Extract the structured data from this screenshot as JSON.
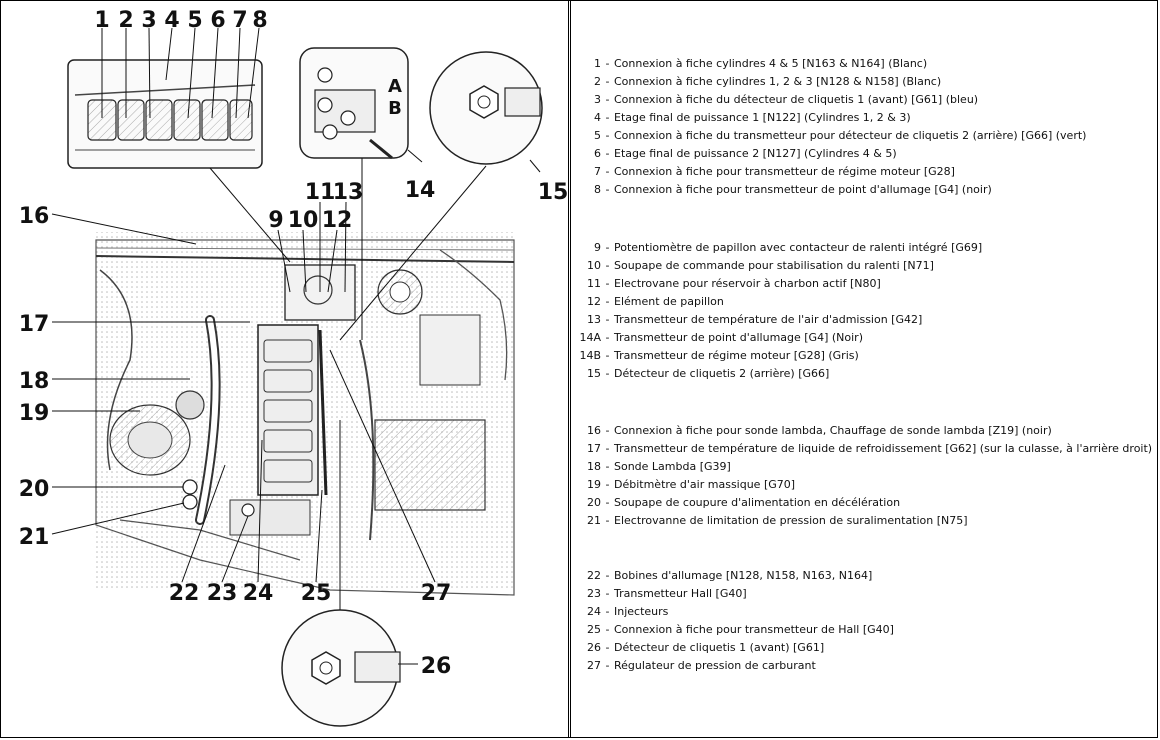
{
  "callouts": {
    "n1": "1",
    "n2": "2",
    "n3": "3",
    "n4": "4",
    "n5": "5",
    "n6": "6",
    "n7": "7",
    "n8": "8",
    "n9": "9",
    "n10": "10",
    "n11": "11",
    "n12": "12",
    "n13": "13",
    "n14": "14",
    "n15": "15",
    "n16": "16",
    "n17": "17",
    "n18": "18",
    "n19": "19",
    "n20": "20",
    "n21": "21",
    "n22": "22",
    "n23": "23",
    "n24": "24",
    "n25": "25",
    "n26": "26",
    "n27": "27",
    "a": "A",
    "b": "B"
  },
  "legend": [
    [
      {
        "num": "1",
        "text": "Connexion à fiche cylindres 4 & 5 [N163 & N164] (Blanc)"
      },
      {
        "num": "2",
        "text": "Connexion à fiche cylindres 1, 2 & 3 [N128 & N158] (Blanc)"
      },
      {
        "num": "3",
        "text": "Connexion à fiche du détecteur de cliquetis 1 (avant) [G61] (bleu)"
      },
      {
        "num": "4",
        "text": "Etage final de puissance 1 [N122] (Cylindres 1, 2 & 3)"
      },
      {
        "num": "5",
        "text": "Connexion à fiche du transmetteur pour détecteur de cliquetis 2 (arrière) [G66] (vert)"
      },
      {
        "num": "6",
        "text": "Etage final de puissance 2 [N127] (Cylindres 4 & 5)"
      },
      {
        "num": "7",
        "text": "Connexion à fiche pour transmetteur de régime moteur [G28]"
      },
      {
        "num": "8",
        "text": "Connexion à fiche pour transmetteur de point d'allumage [G4] (noir)"
      }
    ],
    [
      {
        "num": "9",
        "text": "Potentiomètre de papillon avec contacteur de ralenti intégré [G69]"
      },
      {
        "num": "10",
        "text": "Soupape de commande pour stabilisation du ralenti [N71]"
      },
      {
        "num": "11",
        "text": "Electrovane pour réservoir à charbon actif [N80]"
      },
      {
        "num": "12",
        "text": "Elément de papillon"
      },
      {
        "num": "13",
        "text": "Transmetteur de température de l'air d'admission [G42]"
      },
      {
        "num": "14A",
        "text": "Transmetteur de point d'allumage [G4] (Noir)"
      },
      {
        "num": "14B",
        "text": "Transmetteur de régime moteur [G28] (Gris)"
      },
      {
        "num": "15",
        "text": "Détecteur de cliquetis 2 (arrière) [G66]"
      }
    ],
    [
      {
        "num": "16",
        "text": "Connexion à fiche pour sonde lambda, Chauffage de sonde lambda [Z19] (noir)"
      },
      {
        "num": "17",
        "text": "Transmetteur de température de liquide de refroidissement [G62] (sur la culasse, à l'arrière droit)"
      },
      {
        "num": "18",
        "text": "Sonde Lambda [G39]"
      },
      {
        "num": "19",
        "text": "Débitmètre d'air massique [G70]"
      },
      {
        "num": "20",
        "text": "Soupape de coupure d'alimentation en décélération"
      },
      {
        "num": "21",
        "text": "Electrovanne de limitation de pression de suralimentation [N75]"
      }
    ],
    [
      {
        "num": "22",
        "text": "Bobines d'allumage [N128, N158, N163, N164]"
      },
      {
        "num": "23",
        "text": "Transmetteur Hall [G40]"
      },
      {
        "num": "24",
        "text": "Injecteurs"
      },
      {
        "num": "25",
        "text": "Connexion à fiche pour transmetteur de Hall [G40]"
      },
      {
        "num": "26",
        "text": "Détecteur de cliquetis 1 (avant) [G61]"
      },
      {
        "num": "27",
        "text": "Régulateur de pression de carburant"
      }
    ]
  ]
}
